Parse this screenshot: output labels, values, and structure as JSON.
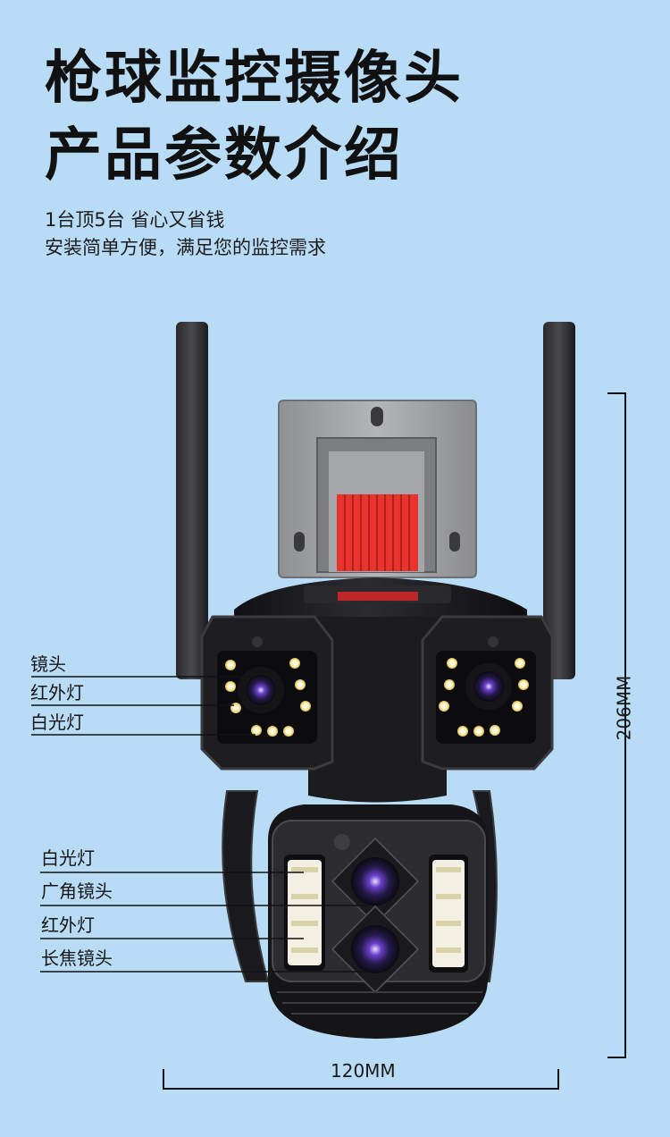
{
  "heading": {
    "line1": "枪球监控摄像头",
    "line2": "产品参数介绍"
  },
  "subheading": {
    "line1": "1台顶5台 省心又省钱",
    "line2": "安装简单方便，满足您的监控需求"
  },
  "labels_upper": [
    "镜头",
    "红外灯",
    "白光灯"
  ],
  "labels_lower": [
    "白光灯",
    "广角镜头",
    "红外灯",
    "长焦镜头"
  ],
  "dimensions": {
    "height": "206MM",
    "width": "120MM"
  },
  "colors": {
    "background": "#b9dcf6",
    "camera_body": "#1b1b1d",
    "bracket": "#9a9ca0",
    "red_band": "#e8332e",
    "lens_accent": "#7a4fd6"
  }
}
